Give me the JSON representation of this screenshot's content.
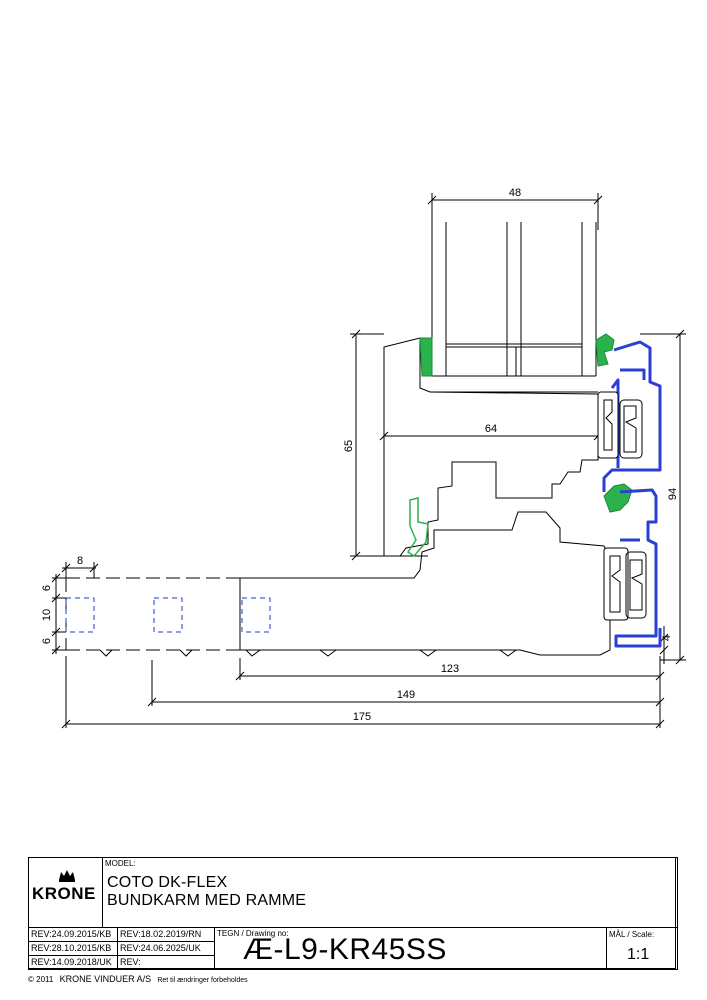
{
  "dimensions": {
    "top_width": "48",
    "mid_width": "64",
    "height_left": "65",
    "height_right": "94",
    "right_small": "4",
    "left_width": "8",
    "side_6_top": "6",
    "side_10": "10",
    "side_6_bottom": "6",
    "bottom_123": "123",
    "bottom_149": "149",
    "bottom_175": "175"
  },
  "colors": {
    "line": "#000000",
    "gasket_green": "#2bb24c",
    "aluminium_blue": "#2a3fd6",
    "hidden_blue": "#1a3acc"
  },
  "title_block": {
    "logo": "KRONE",
    "model_label": "MODEL:",
    "model_line1": "COTO DK-FLEX",
    "model_line2": "BUNDKARM MED RAMME",
    "rev": [
      "REV:24.09.2015/KB",
      "REV:28.10.2015/KB",
      "REV:14.09.2018/UK"
    ],
    "rev2": [
      "REV:18.02.2019/RN",
      "REV:24.06.2025/UK",
      "REV:"
    ],
    "drawing_label": "TEGN / Drawing no:",
    "drawing_no": "Æ-L9-KR45SS",
    "scale_label": "MÅL / Scale:",
    "scale": "1:1",
    "copyright": "© 2011",
    "company": "KRONE VINDUER A/S",
    "note": "Ret til ændringer forbeholdes"
  }
}
